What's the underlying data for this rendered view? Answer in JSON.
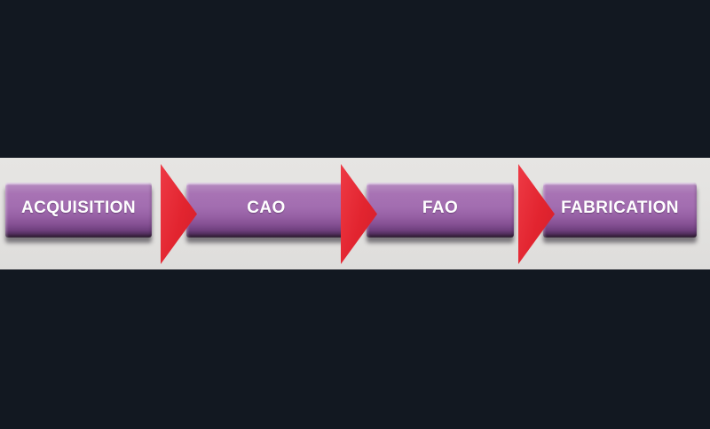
{
  "diagram": {
    "title": "process-flow",
    "type": "horizontal-flowchart",
    "steps": [
      {
        "label": "ACQUISITION"
      },
      {
        "label": "CAO"
      },
      {
        "label": "FAO"
      },
      {
        "label": "FABRICATION"
      }
    ],
    "connectors": [
      {
        "from": "ACQUISITION",
        "to": "CAO",
        "shape": "right-arrow"
      },
      {
        "from": "CAO",
        "to": "FAO",
        "shape": "right-arrow"
      },
      {
        "from": "FAO",
        "to": "FABRICATION",
        "shape": "right-arrow"
      }
    ],
    "colors": {
      "background": "#121821",
      "band": "#e3e2e0",
      "box_purple": "#a26db0",
      "box_highlight": "#cdb0d6",
      "box_dark_edge": "#241427",
      "arrow_red": "#e2242f",
      "label_text": "#ffffff"
    }
  }
}
